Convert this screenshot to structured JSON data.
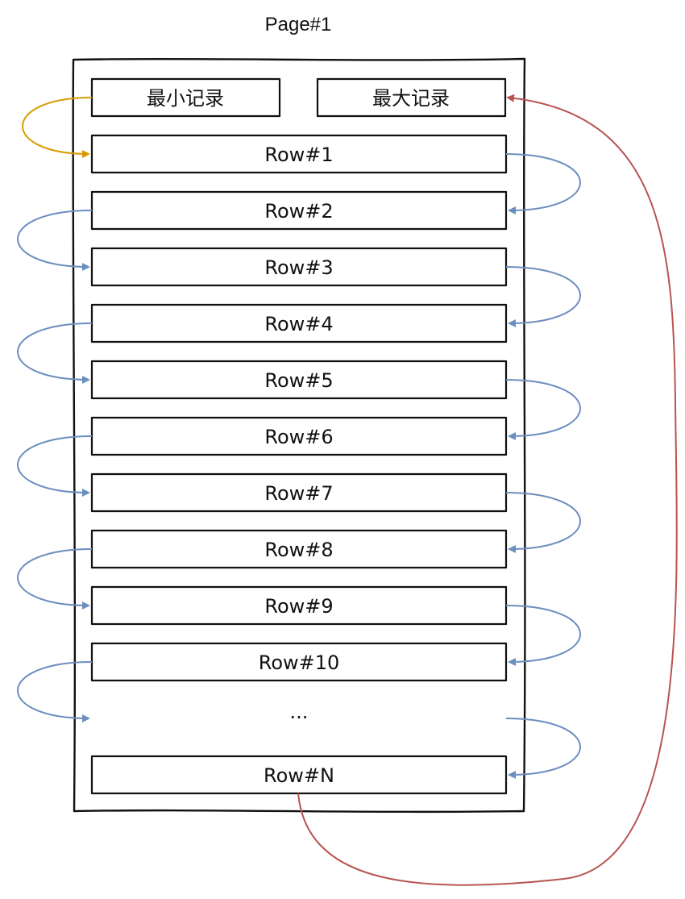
{
  "page": {
    "title": "Page#1"
  },
  "records": {
    "min_label": "最小记录",
    "max_label": "最大记录"
  },
  "rows": [
    {
      "label": "Row#1"
    },
    {
      "label": "Row#2"
    },
    {
      "label": "Row#3"
    },
    {
      "label": "Row#4"
    },
    {
      "label": "Row#5"
    },
    {
      "label": "Row#6"
    },
    {
      "label": "Row#7"
    },
    {
      "label": "Row#8"
    },
    {
      "label": "Row#9"
    },
    {
      "label": "Row#10"
    },
    {
      "label": "..."
    },
    {
      "label": "Row#N"
    }
  ],
  "colors": {
    "start_link": "#d79b00",
    "row_link": "#6c8ebf",
    "end_link": "#b85450",
    "outline": "#111111"
  }
}
